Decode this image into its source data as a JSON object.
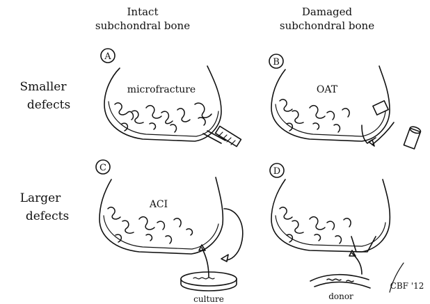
{
  "columns": {
    "intact": "Intact\nsubchondral bone",
    "damaged": "Damaged\nsubchondral bone"
  },
  "rows": {
    "smaller": "Smaller\ndefects",
    "larger": "Larger\ndefects"
  },
  "panels": {
    "A": {
      "letter": "A",
      "label": "microfracture"
    },
    "B": {
      "letter": "B",
      "label": "OAT"
    },
    "C": {
      "letter": "C",
      "label": "ACI",
      "source_label": "culture"
    },
    "D": {
      "letter": "D",
      "source_label": "donor"
    }
  },
  "signature": "CBF '12"
}
